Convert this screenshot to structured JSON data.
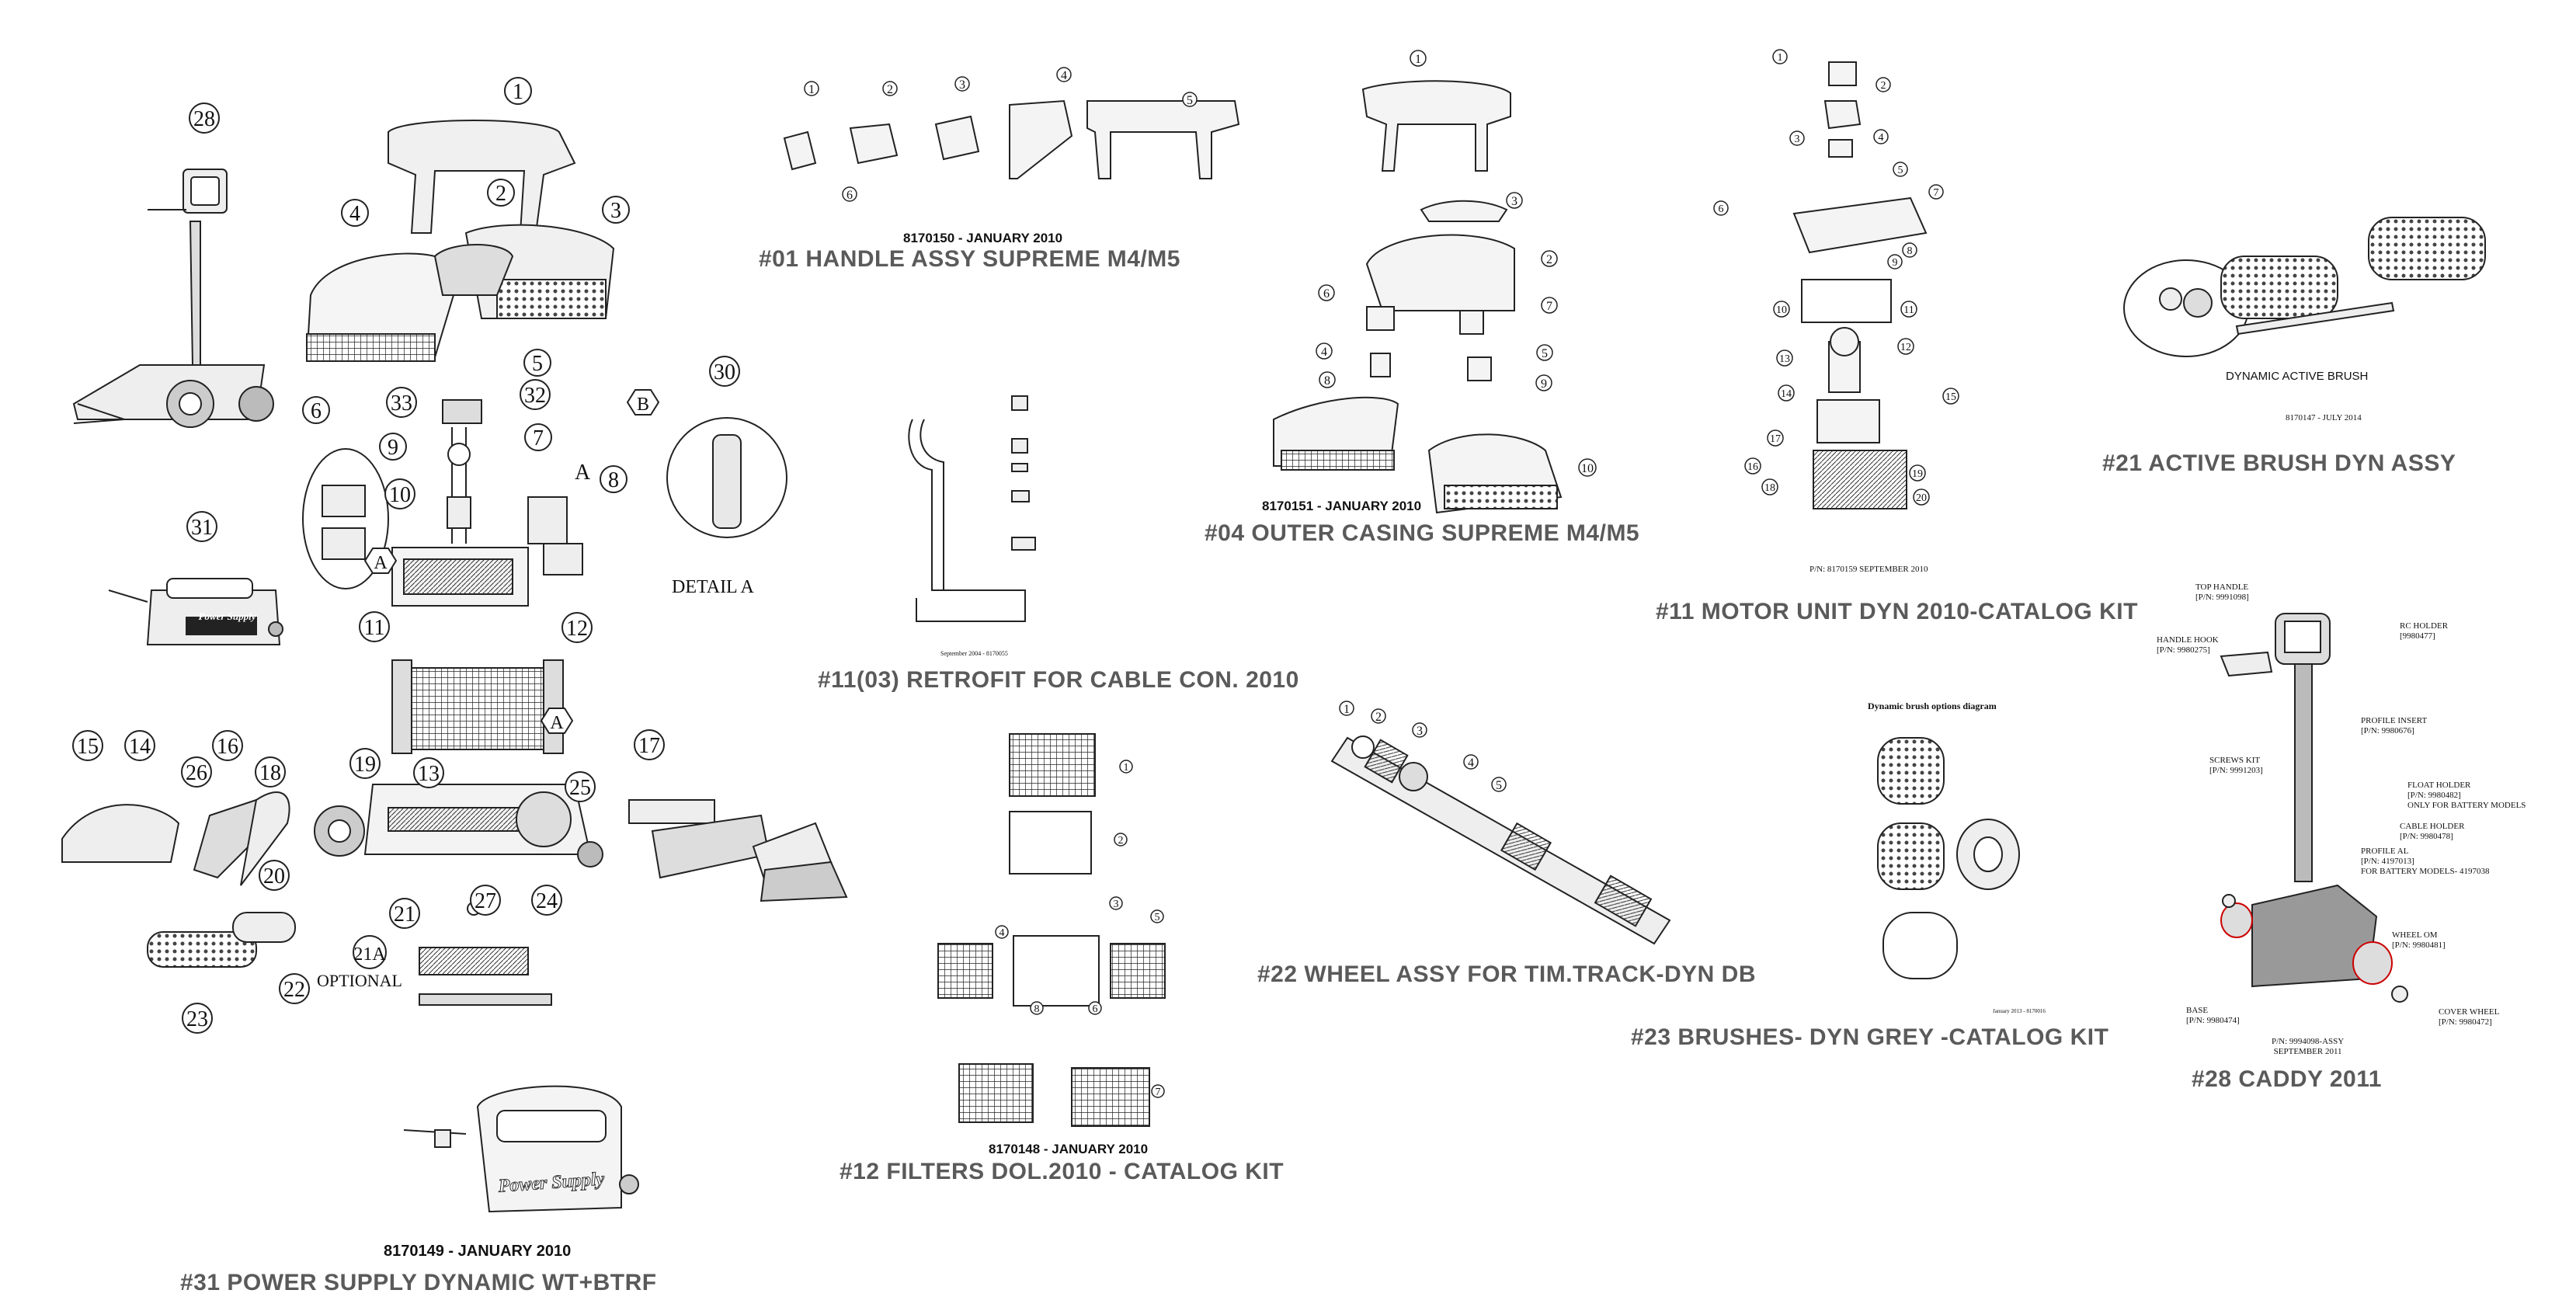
{
  "sections": {
    "handle": {
      "title": "#01 HANDLE ASSY SUPREME M4/M5",
      "code": "8170150 - JANUARY 2010"
    },
    "retrofit": {
      "title": "#11(03) RETROFIT FOR CABLE CON. 2010",
      "code": "September 2004 - 8170055"
    },
    "casing": {
      "title": "#04 OUTER CASING SUPREME M4/M5",
      "code": "8170151 - JANUARY 2010"
    },
    "motor": {
      "title": "#11 MOTOR UNIT DYN 2010-CATALOG KIT",
      "code": "P/N: 8170159 SEPTEMBER 2010"
    },
    "brush": {
      "title": "#21 ACTIVE BRUSH DYN ASSY",
      "label": "DYNAMIC ACTIVE BRUSH",
      "code": "8170147 - JULY 2014"
    },
    "wheel": {
      "title": "#22 WHEEL ASSY FOR TIM.TRACK-DYN DB"
    },
    "brushes": {
      "title": "#23 BRUSHES- DYN GREY -CATALOG KIT",
      "diagram_title": "Dynamic brush options diagram",
      "code": "January 2013 - 8170016"
    },
    "filters": {
      "title": "#12 FILTERS DOL.2010 - CATALOG KIT",
      "code": "8170148 - JANUARY 2010"
    },
    "power": {
      "title": "#31 POWER SUPPLY DYNAMIC WT+BTRF",
      "code": "8170149 - JANUARY 2010",
      "brand": "Power Supply"
    },
    "caddy": {
      "title": "#28 CADDY 2011",
      "labels": {
        "top_handle": "TOP HANDLE",
        "top_handle_pn": "[P/N: 9991098]",
        "rc_holder": "RC HOLDER",
        "rc_holder_pn": "[9980477]",
        "handle_hook": "HANDLE HOOK",
        "handle_hook_pn": "[P/N: 9980275]",
        "profile_insert": "PROFILE INSERT",
        "profile_insert_pn": "[P/N: 9980676]",
        "screws_kit": "SCREWS KIT",
        "screws_kit_pn": "[P/N: 9991203]",
        "float_holder": "FLOAT HOLDER",
        "float_holder_pn": "[P/N: 9980482]",
        "float_holder_note": "ONLY FOR BATTERY MODELS",
        "cable_holder": "CABLE HOLDER",
        "cable_holder_pn": "[P/N: 9980478]",
        "profile_al": "PROFILE AL",
        "profile_al_pn": "[P/N: 4197013]",
        "profile_al_note": "FOR BATTERY MODELS- 4197038",
        "wheel_om": "WHEEL OM",
        "wheel_om_pn": "[P/N: 9980481]",
        "base": "BASE",
        "base_pn": "[P/N: 9980474]",
        "cover_wheel": "COVER WHEEL",
        "cover_wheel_pn": "[P/N: 9980472]",
        "assy": "P/N: 9994098-ASSY",
        "assy_date": "SEPTEMBER 2011"
      }
    },
    "main": {
      "detail_label": "DETAIL A",
      "optional_label": "OPTIONAL",
      "callouts": [
        "1",
        "2",
        "3",
        "4",
        "5",
        "6",
        "7",
        "8",
        "9",
        "10",
        "11",
        "12",
        "13",
        "14",
        "15",
        "16",
        "17",
        "18",
        "19",
        "20",
        "21",
        "21A",
        "22",
        "23",
        "24",
        "25",
        "26",
        "27",
        "28",
        "30",
        "31",
        "32",
        "33"
      ],
      "letters": [
        "A",
        "B"
      ]
    }
  }
}
